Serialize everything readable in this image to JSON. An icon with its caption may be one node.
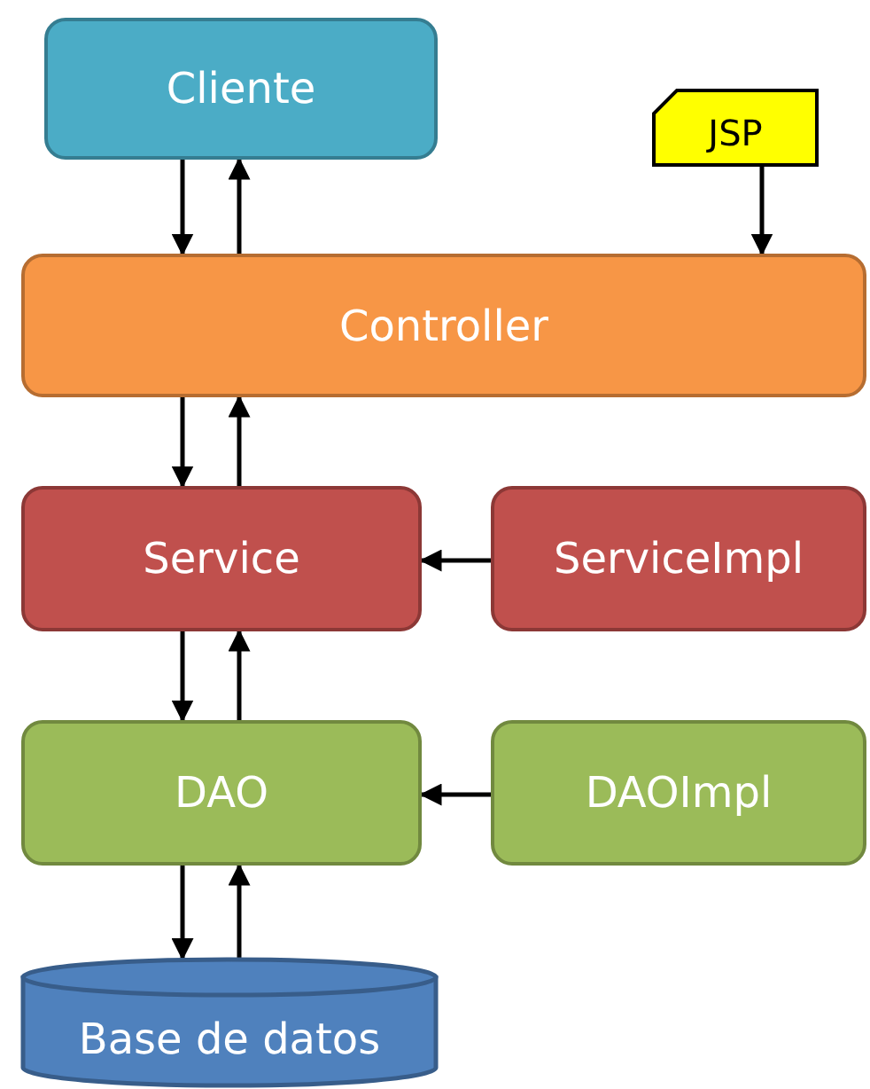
{
  "diagram": {
    "nodes": [
      {
        "text": [
          "Cliente"
        ]
      },
      {
        "text": [
          "JSP"
        ]
      },
      {
        "text": [
          "Controller"
        ]
      },
      {
        "text": [
          "Service"
        ]
      },
      {
        "text": [
          "ServiceImpl"
        ]
      },
      {
        "text": [
          "DAO"
        ]
      },
      {
        "text": [
          "DAOImpl"
        ]
      },
      {
        "text": [
          "Base de datos"
        ]
      }
    ],
    "edges": [
      {
        "from": 0,
        "to": 2,
        "arrow": "to"
      },
      {
        "from": 2,
        "to": 0,
        "arrow": "to"
      },
      {
        "from": 1,
        "to": 2,
        "arrow": "to"
      },
      {
        "from": 2,
        "to": 3,
        "arrow": "to"
      },
      {
        "from": 3,
        "to": 2,
        "arrow": "to"
      },
      {
        "from": 4,
        "to": 3,
        "arrow": "to"
      },
      {
        "from": 3,
        "to": 5,
        "arrow": "to"
      },
      {
        "from": 5,
        "to": 3,
        "arrow": "to"
      },
      {
        "from": 6,
        "to": 5,
        "arrow": "to"
      },
      {
        "from": 5,
        "to": 7,
        "arrow": "to"
      },
      {
        "from": 7,
        "to": 5,
        "arrow": "to"
      }
    ]
  }
}
